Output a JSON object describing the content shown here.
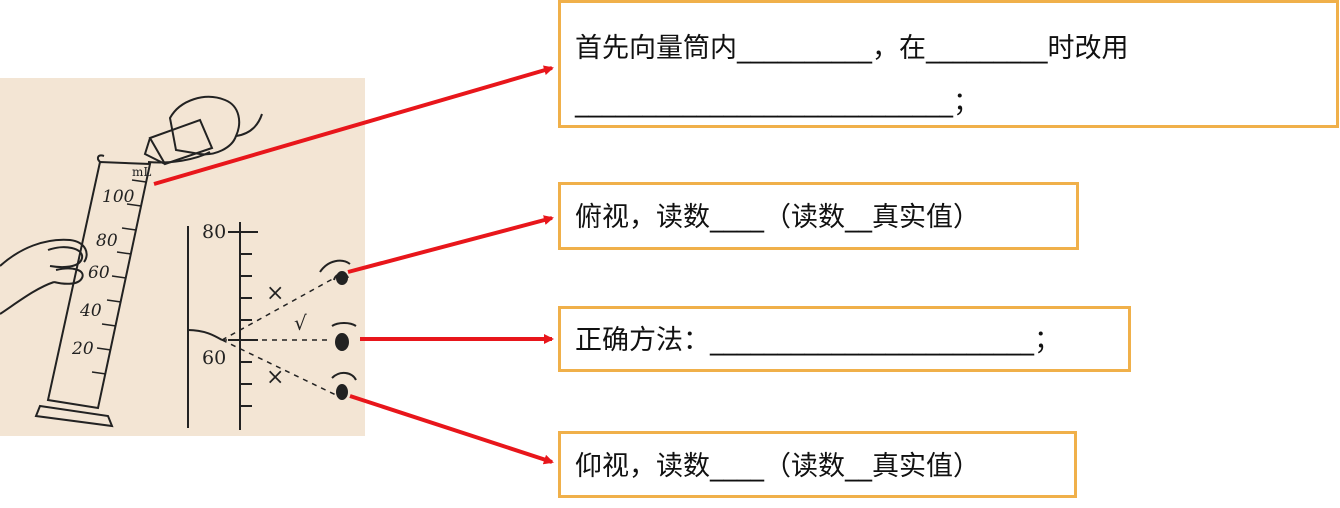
{
  "illustration": {
    "cylinder_unit": "mL",
    "cylinder_ticks": [
      "100",
      "80",
      "60",
      "40",
      "20"
    ],
    "ruler_ticks": [
      "80",
      "60"
    ],
    "marks": {
      "wrong": "×",
      "right": "√"
    }
  },
  "boxes": {
    "pour_line1": "首先向量筒内__________，在_________时改用",
    "pour_line2": "____________________________；",
    "look_down": "俯视，读数____（读数__真实值）",
    "correct": "正确方法：________________________；",
    "look_up": "仰视，读数____（读数__真实值）"
  },
  "colors": {
    "arrow": "#e8161b",
    "box_border": "#f0b04a",
    "illustration_bg": "#f3e5d4"
  }
}
